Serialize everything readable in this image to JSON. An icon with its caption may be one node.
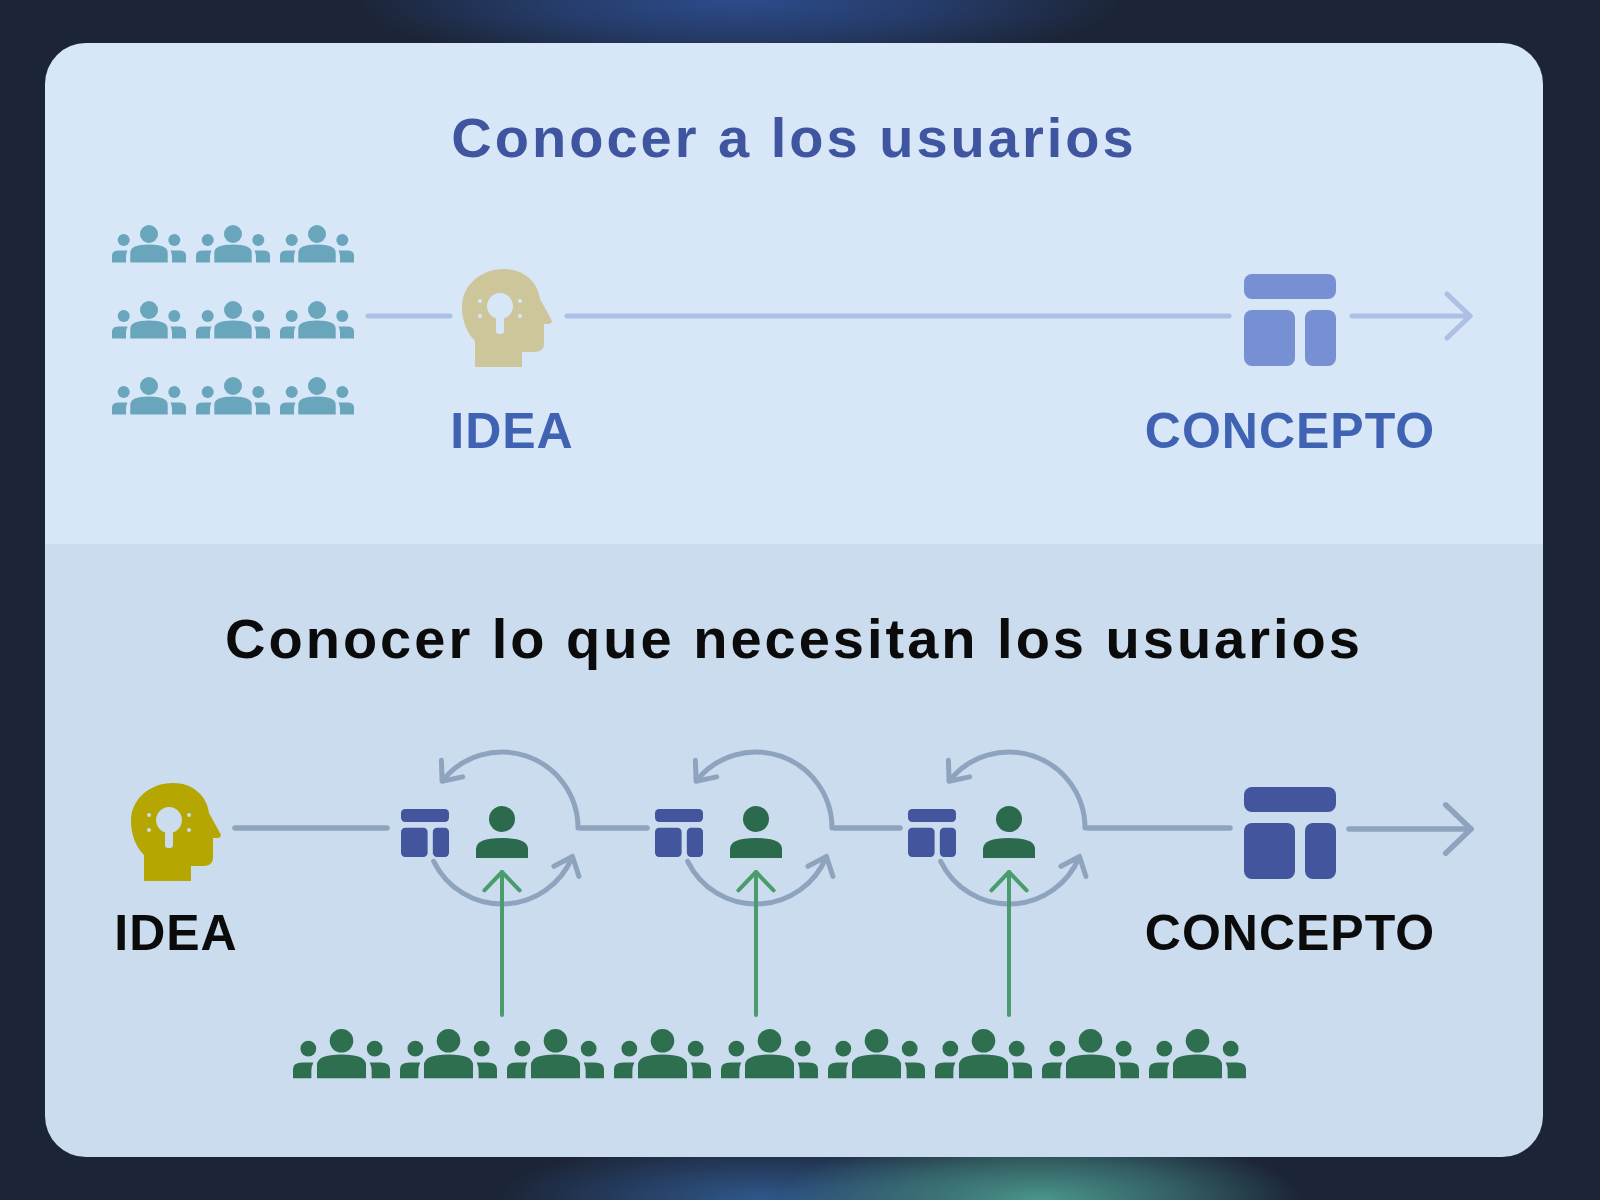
{
  "diagram": {
    "nodes": [
      {
        "text": [
          "Conocer a los usuarios"
        ]
      },
      {
        "text": [],
        "shape": "people",
        "in": 0
      },
      {
        "text": [],
        "shape": "head",
        "in": 0,
        "beside": [
          "IDEA"
        ]
      },
      {
        "text": [],
        "shape": "picture",
        "in": 0,
        "beside": [
          "CONCEPTO"
        ]
      },
      {
        "text": [
          "Conocer lo que necesitan los usuarios"
        ]
      },
      {
        "text": [],
        "shape": "head",
        "in": 4,
        "beside": [
          "IDEA"
        ]
      },
      {
        "text": [],
        "shape": "picture",
        "in": 4
      },
      {
        "text": [],
        "shape": "circle",
        "in": 4
      },
      {
        "text": [],
        "shape": "person",
        "in": 7
      },
      {
        "text": [],
        "shape": "picture",
        "in": 4
      },
      {
        "text": [],
        "shape": "circle",
        "in": 4
      },
      {
        "text": [],
        "shape": "person",
        "in": 10
      },
      {
        "text": [],
        "shape": "picture",
        "in": 4
      },
      {
        "text": [],
        "shape": "circle",
        "in": 4
      },
      {
        "text": [],
        "shape": "person",
        "in": 13
      },
      {
        "text": [],
        "shape": "picture",
        "in": 4,
        "beside": [
          "CONCEPTO"
        ]
      },
      {
        "text": [],
        "shape": "people",
        "in": 4
      }
    ],
    "edges": [
      {
        "from": 1,
        "to": 2,
        "arrow": "none",
        "color": "#abc0e4"
      },
      {
        "from": 2,
        "to": 3,
        "arrow": "none",
        "color": "#abc0e4"
      },
      {
        "from": 3,
        "to": null,
        "arrow": "to",
        "color": "#abc0e4"
      },
      {
        "from": 5,
        "to": 6,
        "arrow": "none"
      },
      {
        "from": 7,
        "to": 9,
        "arrow": "none"
      },
      {
        "from": 10,
        "to": 12,
        "arrow": "none"
      },
      {
        "from": 13,
        "to": 15,
        "arrow": "none"
      },
      {
        "from": 15,
        "to": null,
        "arrow": "to"
      },
      {
        "from": 16,
        "to": 8,
        "arrow": "to",
        "color": "#4b9c6d"
      },
      {
        "from": 16,
        "to": 11,
        "arrow": "to",
        "color": "#4b9c6d"
      },
      {
        "from": 16,
        "to": 14,
        "arrow": "to",
        "color": "#4b9c6d"
      }
    ]
  }
}
